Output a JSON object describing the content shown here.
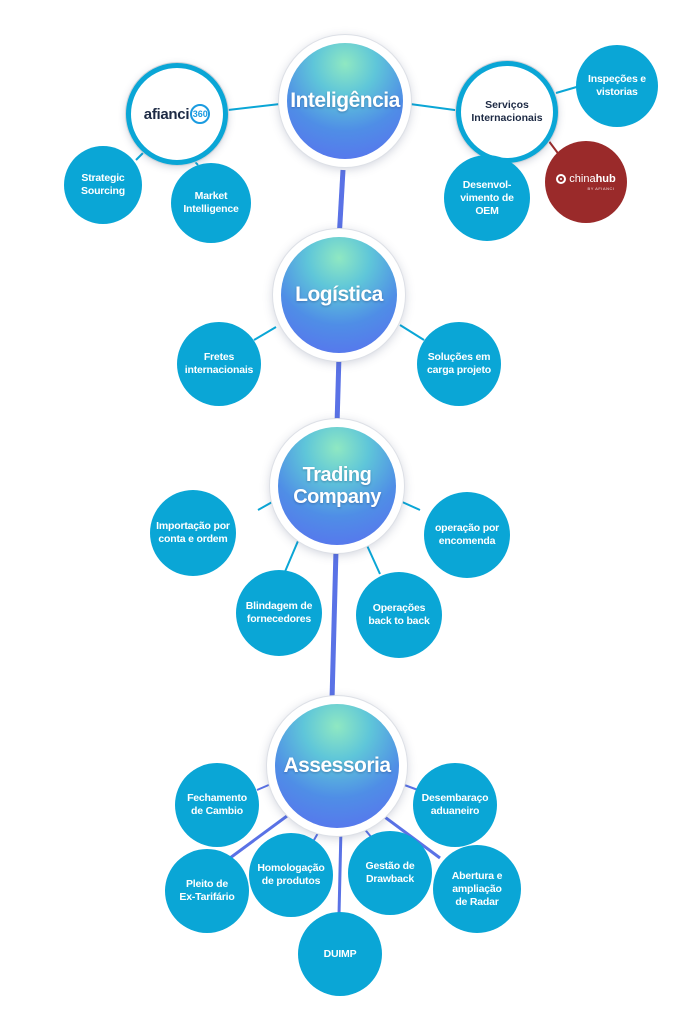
{
  "hubs": {
    "inteligencia": "Inteligência",
    "logistica": "Logística",
    "trading_line1": "Trading",
    "trading_line2": "Company",
    "assessoria": "Assessoria"
  },
  "inteligencia": {
    "afianci_logo": "afianci",
    "afianci_badge": "360",
    "strategic_sourcing": "Strategic\nSourcing",
    "market_intelligence": "Market\nIntelligence",
    "servicos_internacionais": "Serviços\nInternacionais",
    "inspecoes": "Inspeções e\nvistorias",
    "desenvolvimento_oem": "Desenvol-\nvimento de\nOEM",
    "chinahub_light": "china",
    "chinahub_bold": "hub",
    "chinahub_sub": "BY AFIANCI"
  },
  "logistica": {
    "fretes": "Fretes\ninternacionais",
    "solucoes": "Soluções em\ncarga projeto"
  },
  "trading": {
    "importacao": "Importação por\nconta e ordem",
    "operacao_encomenda": "operação por\nencomenda",
    "blindagem": "Blindagem de\nfornecedores",
    "back_to_back": "Operações\nback to back"
  },
  "assessoria": {
    "fechamento": "Fechamento\nde Cambio",
    "desembaraco": "Desembaraço\naduaneiro",
    "pleito": "Pleito de\nEx-Tarifário",
    "homologacao": "Homologação\nde produtos",
    "drawback": "Gestão de\nDrawback",
    "radar": "Abertura e\nampliação\nde Radar",
    "duimp": "DUIMP"
  },
  "colors": {
    "node": "#0aa6d6",
    "spine": "#5a72e6",
    "chinahub": "#9a2a2a"
  }
}
